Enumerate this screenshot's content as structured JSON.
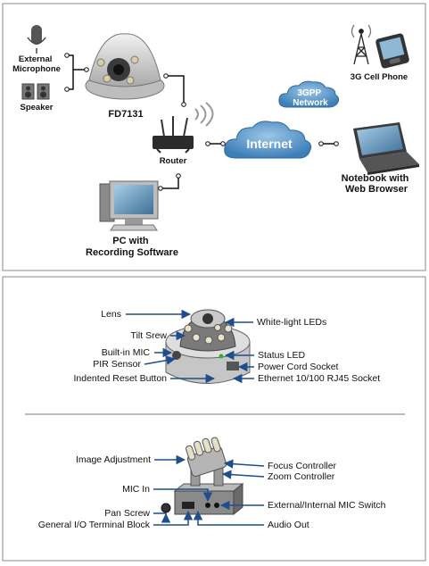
{
  "network": {
    "external_microphone": "External\nMicrophone",
    "speaker": "Speaker",
    "camera_model": "FD7131",
    "router": "Router",
    "internet": "Internet",
    "network_3gpp": "3GPP\nNetwork",
    "cell_phone": "3G Cell Phone",
    "notebook": "Notebook with\nWeb Browser",
    "pc": "PC with\nRecording Software"
  },
  "camera_parts": {
    "left": [
      "Lens",
      "Tilt Srew",
      "Built-in MIC",
      "PIR Sensor",
      "Indented Reset Button"
    ],
    "right": [
      "White-light LEDs",
      "Status LED",
      "Power Cord Socket",
      "Ethernet 10/100 RJ45 Socket"
    ]
  },
  "inner_parts": {
    "left": [
      "Image Adjustment",
      "MIC In",
      "Pan Screw",
      "General I/O Terminal Block"
    ],
    "right": [
      "Focus Controller",
      "Zoom Controller",
      "External/Internal MIC Switch",
      "Audio Out"
    ]
  },
  "colors": {
    "arrow": "#1f4e8c",
    "cloud": "#4f8fc4",
    "frame": "#888888"
  }
}
